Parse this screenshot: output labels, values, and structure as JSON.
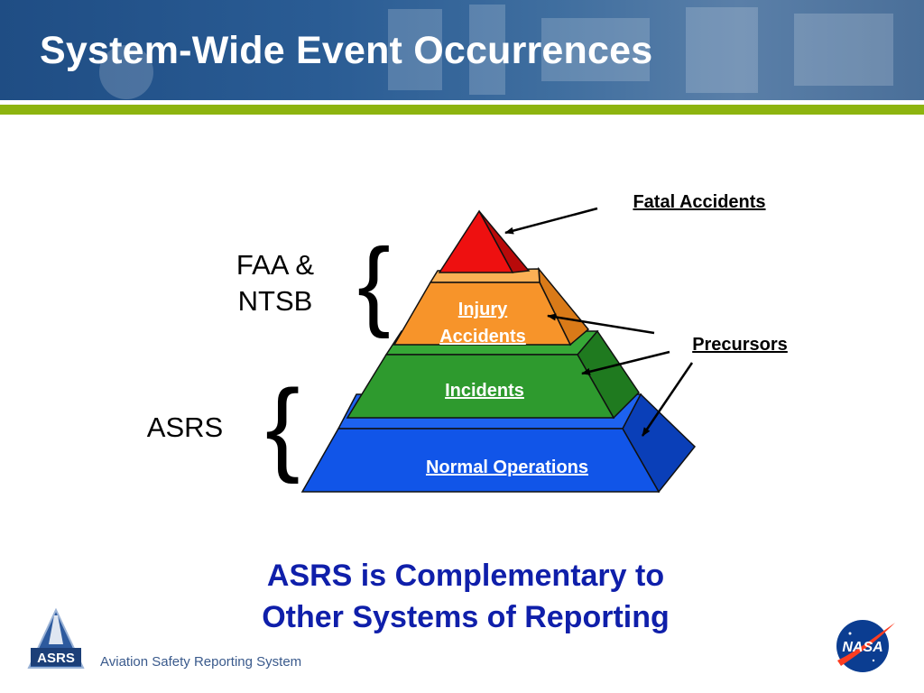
{
  "slide": {
    "title": "System-Wide Event Occurrences",
    "footer": "Aviation Safety Reporting System"
  },
  "pyramid": {
    "tiers": [
      {
        "id": "fatal",
        "label": "",
        "color": "#ee1010"
      },
      {
        "id": "injury",
        "label_line1": "Injury",
        "label_line2": "Accidents",
        "color": "#f7942a"
      },
      {
        "id": "incidents",
        "label": "Incidents",
        "color": "#2e9a2e"
      },
      {
        "id": "normal",
        "label": "Normal Operations",
        "color": "#1155e8"
      }
    ],
    "callouts": {
      "fatal": "Fatal Accidents",
      "precursors": "Precursors"
    },
    "brackets": {
      "faa_line1": "FAA &",
      "faa_line2": "NTSB",
      "asrs": "ASRS"
    }
  },
  "tagline": {
    "line1": "ASRS is Complementary to",
    "line2": "Other Systems of Reporting"
  },
  "logos": {
    "asrs": "ASRS",
    "nasa": "NASA"
  },
  "colors": {
    "header": "#1f4d84",
    "accent_green": "#8db40f",
    "tagline": "#0f1faa"
  }
}
